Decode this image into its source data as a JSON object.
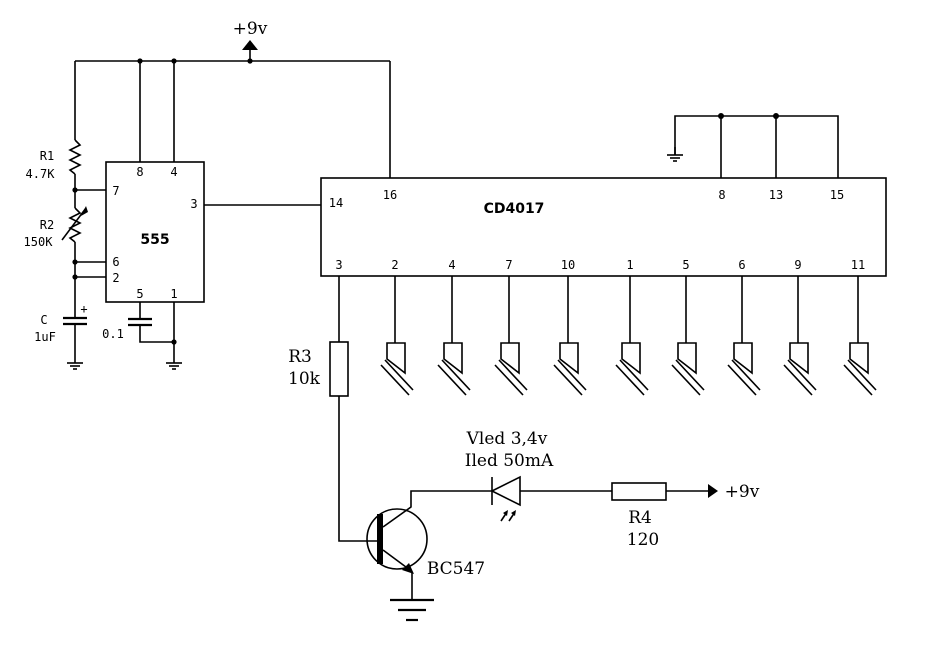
{
  "supply": {
    "top": "+9v",
    "right": "+9v"
  },
  "timer": {
    "name": "555",
    "pins": {
      "p8": "8",
      "p4": "4",
      "p7": "7",
      "p3": "3",
      "p6": "6",
      "p2": "2",
      "p5": "5",
      "p1": "1"
    }
  },
  "r1": {
    "name": "R1",
    "value": "4.7K"
  },
  "r2": {
    "name": "R2",
    "value": "150K"
  },
  "c": {
    "name": "C",
    "value": "1uF",
    "polarity": "+"
  },
  "c2": {
    "value": "0.1"
  },
  "counter": {
    "name": "CD4017",
    "top_pins": {
      "p16": "16",
      "p8": "8",
      "p13": "13",
      "p15": "15"
    },
    "clock_pin": "14",
    "outputs": [
      "3",
      "2",
      "4",
      "7",
      "10",
      "1",
      "5",
      "6",
      "9",
      "11"
    ]
  },
  "r3": {
    "name": "R3",
    "value": "10k"
  },
  "led": {
    "vled": "Vled 3,4v",
    "iled": "Iled 50mA"
  },
  "r4": {
    "name": "R4",
    "value": "120"
  },
  "transistor": {
    "name": "BC547"
  }
}
